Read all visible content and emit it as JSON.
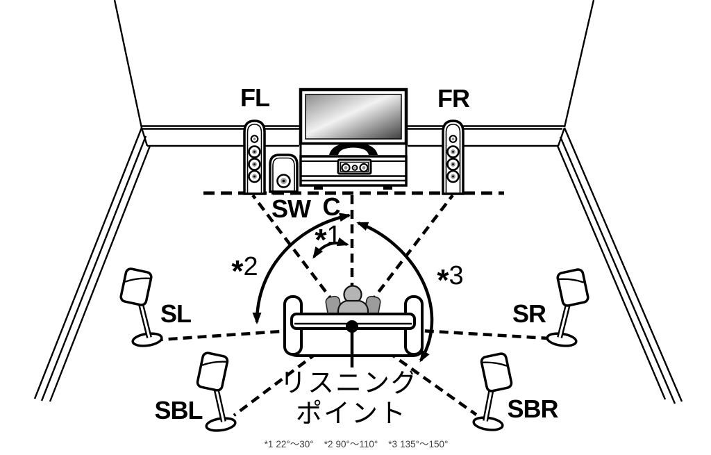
{
  "diagram": {
    "speakers": {
      "front_left": "FL",
      "front_right": "FR",
      "subwoofer": "SW",
      "center": "C",
      "surround_left": "SL",
      "surround_right": "SR",
      "surround_back_left": "SBL",
      "surround_back_right": "SBR"
    },
    "listening_point": {
      "line1": "リスニング",
      "line2": "ポイント"
    },
    "angle_markers": [
      {
        "symbol": "*",
        "number": "1"
      },
      {
        "symbol": "*",
        "number": "2"
      },
      {
        "symbol": "*",
        "number": "3"
      }
    ],
    "footnote": [
      {
        "marker": "*1",
        "range": "22°〜30°"
      },
      {
        "marker": "*2",
        "range": "90°〜110°"
      },
      {
        "marker": "*3",
        "range": "135°〜150°"
      }
    ],
    "colors": {
      "line": "#000000",
      "person": "#b4b4b4",
      "person_shadow": "#9c9c9c",
      "screen_mid": "#8c8c8c",
      "screen_light": "#f2f2f2",
      "screen_dark": "#3f3f3f",
      "footnote": "#3c3c3c"
    }
  }
}
